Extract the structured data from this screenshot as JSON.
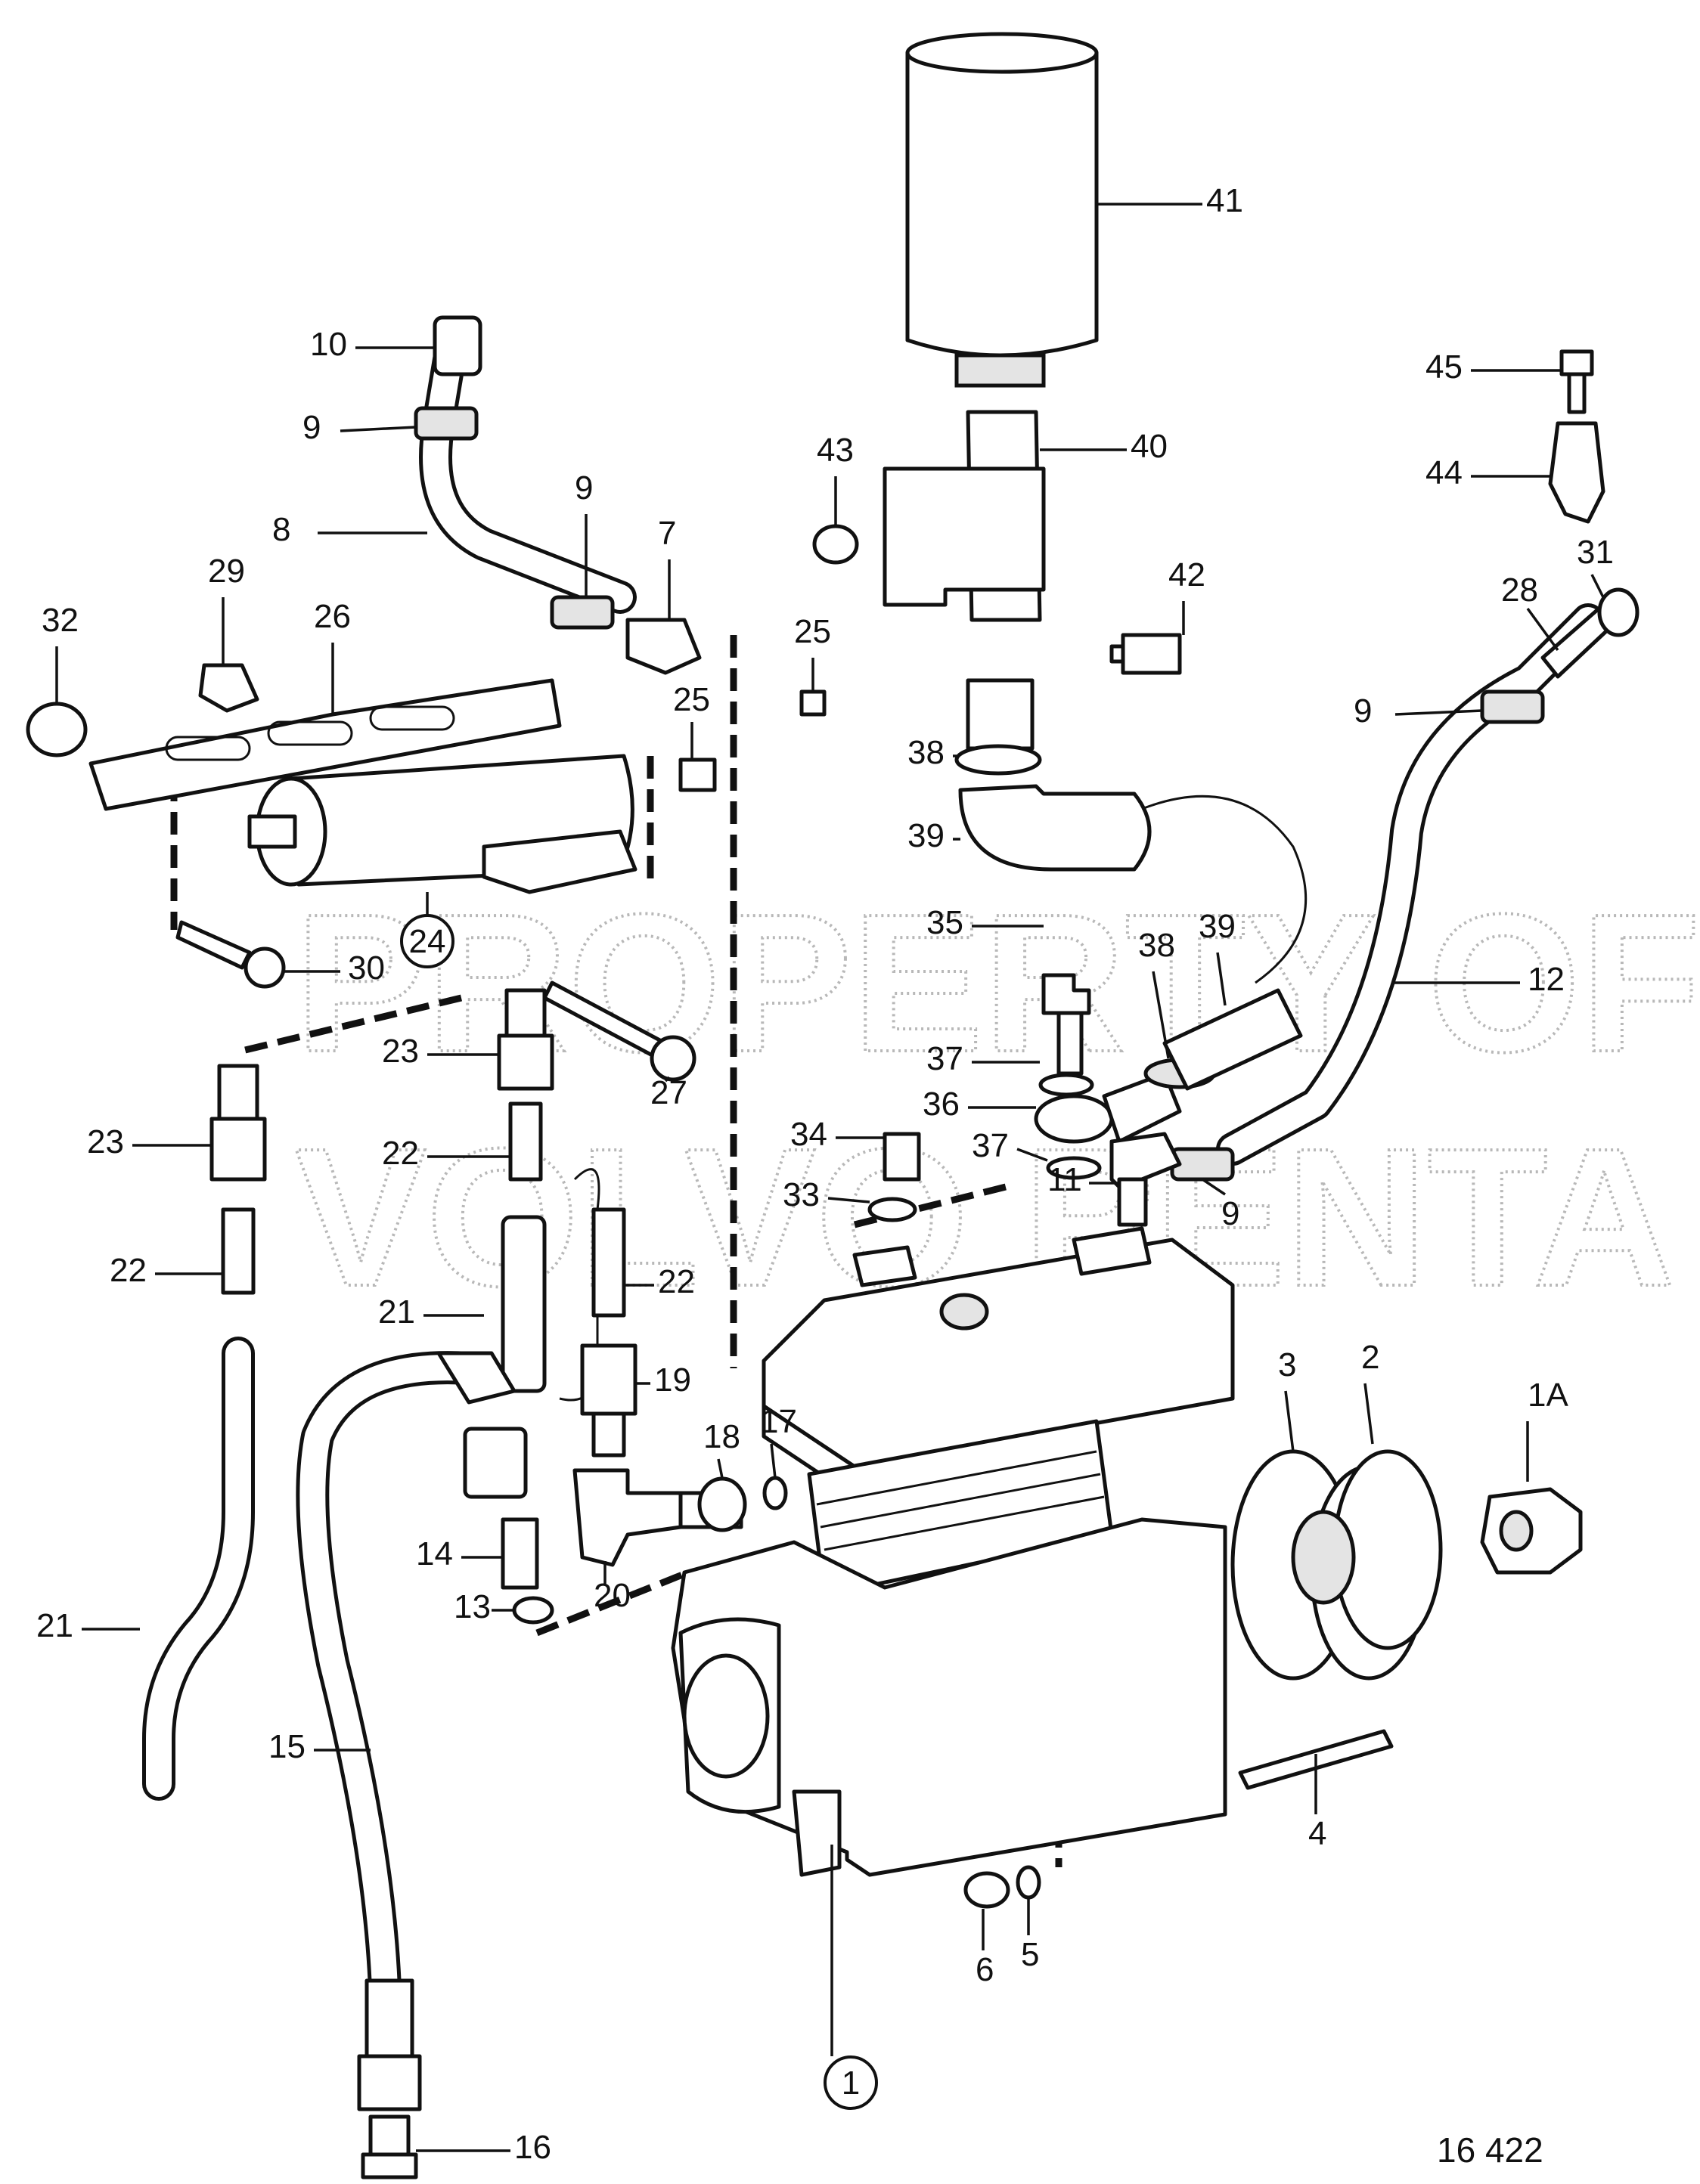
{
  "callouts": [
    {
      "id": "1",
      "label": "1",
      "circled": true
    },
    {
      "id": "1A",
      "label": "1A",
      "circled": false
    },
    {
      "id": "2",
      "label": "2",
      "circled": false
    },
    {
      "id": "3",
      "label": "3",
      "circled": false
    },
    {
      "id": "4",
      "label": "4",
      "circled": false
    },
    {
      "id": "5",
      "label": "5",
      "circled": false
    },
    {
      "id": "6",
      "label": "6",
      "circled": false
    },
    {
      "id": "7",
      "label": "7",
      "circled": false
    },
    {
      "id": "8",
      "label": "8",
      "circled": false
    },
    {
      "id": "9a",
      "label": "9",
      "circled": false
    },
    {
      "id": "9b",
      "label": "9",
      "circled": false
    },
    {
      "id": "9c",
      "label": "9",
      "circled": false
    },
    {
      "id": "9d",
      "label": "9",
      "circled": false
    },
    {
      "id": "10",
      "label": "10",
      "circled": false
    },
    {
      "id": "11",
      "label": "11",
      "circled": false
    },
    {
      "id": "12",
      "label": "12",
      "circled": false
    },
    {
      "id": "13",
      "label": "13",
      "circled": false
    },
    {
      "id": "14",
      "label": "14",
      "circled": false
    },
    {
      "id": "15",
      "label": "15",
      "circled": false
    },
    {
      "id": "16",
      "label": "16",
      "circled": false
    },
    {
      "id": "17",
      "label": "17",
      "circled": false
    },
    {
      "id": "18",
      "label": "18",
      "circled": false
    },
    {
      "id": "19",
      "label": "19",
      "circled": false
    },
    {
      "id": "20",
      "label": "20",
      "circled": false
    },
    {
      "id": "21a",
      "label": "21",
      "circled": false
    },
    {
      "id": "21b",
      "label": "21",
      "circled": false
    },
    {
      "id": "22a",
      "label": "22",
      "circled": false
    },
    {
      "id": "22b",
      "label": "22",
      "circled": false
    },
    {
      "id": "22c",
      "label": "22",
      "circled": false
    },
    {
      "id": "23a",
      "label": "23",
      "circled": false
    },
    {
      "id": "23b",
      "label": "23",
      "circled": false
    },
    {
      "id": "24",
      "label": "24",
      "circled": true
    },
    {
      "id": "25a",
      "label": "25",
      "circled": false
    },
    {
      "id": "25b",
      "label": "25",
      "circled": false
    },
    {
      "id": "26",
      "label": "26",
      "circled": false
    },
    {
      "id": "27",
      "label": "27",
      "circled": false
    },
    {
      "id": "28",
      "label": "28",
      "circled": false
    },
    {
      "id": "29",
      "label": "29",
      "circled": false
    },
    {
      "id": "30",
      "label": "30",
      "circled": false
    },
    {
      "id": "31",
      "label": "31",
      "circled": false
    },
    {
      "id": "32",
      "label": "32",
      "circled": false
    },
    {
      "id": "33",
      "label": "33",
      "circled": false
    },
    {
      "id": "34",
      "label": "34",
      "circled": false
    },
    {
      "id": "35",
      "label": "35",
      "circled": false
    },
    {
      "id": "36",
      "label": "36",
      "circled": false
    },
    {
      "id": "37a",
      "label": "37",
      "circled": false
    },
    {
      "id": "37b",
      "label": "37",
      "circled": false
    },
    {
      "id": "38a",
      "label": "38",
      "circled": false
    },
    {
      "id": "38b",
      "label": "38",
      "circled": false
    },
    {
      "id": "39a",
      "label": "39",
      "circled": false
    },
    {
      "id": "39b",
      "label": "39",
      "circled": false
    },
    {
      "id": "40",
      "label": "40",
      "circled": false
    },
    {
      "id": "41",
      "label": "41",
      "circled": false
    },
    {
      "id": "42",
      "label": "42",
      "circled": false
    },
    {
      "id": "43",
      "label": "43",
      "circled": false
    },
    {
      "id": "44",
      "label": "44",
      "circled": false
    },
    {
      "id": "45",
      "label": "45",
      "circled": false
    }
  ],
  "watermark": {
    "line1": "PROPERTY OF",
    "line2": "VOLVO PENTA"
  },
  "figure_number": "16 422"
}
